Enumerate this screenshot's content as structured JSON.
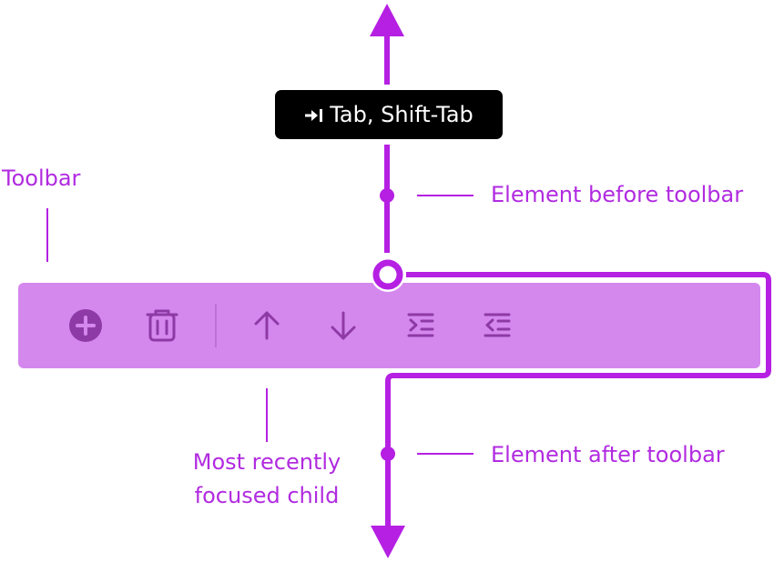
{
  "colors": {
    "accent": "#b520e3",
    "label": "#b12be0",
    "toolbar_fill": "#d488ee",
    "icon": "#8e3aa6",
    "tooltip_bg": "#000000",
    "tooltip_text": "#ffffff"
  },
  "tooltip": {
    "icon": "tab-key-icon",
    "text": "Tab, Shift-Tab"
  },
  "labels": {
    "toolbar": "Toolbar",
    "element_before": "Element before toolbar",
    "element_after": "Element after toolbar",
    "recent_line1": "Most recently",
    "recent_line2": "focused child"
  },
  "toolbar_buttons": [
    {
      "name": "add-button",
      "icon": "plus-circle-icon"
    },
    {
      "name": "delete-button",
      "icon": "trash-icon"
    },
    {
      "name": "move-up-button",
      "icon": "arrow-up-icon"
    },
    {
      "name": "move-down-button",
      "icon": "arrow-down-icon"
    },
    {
      "name": "indent-button",
      "icon": "indent-icon"
    },
    {
      "name": "outdent-button",
      "icon": "outdent-icon"
    }
  ]
}
